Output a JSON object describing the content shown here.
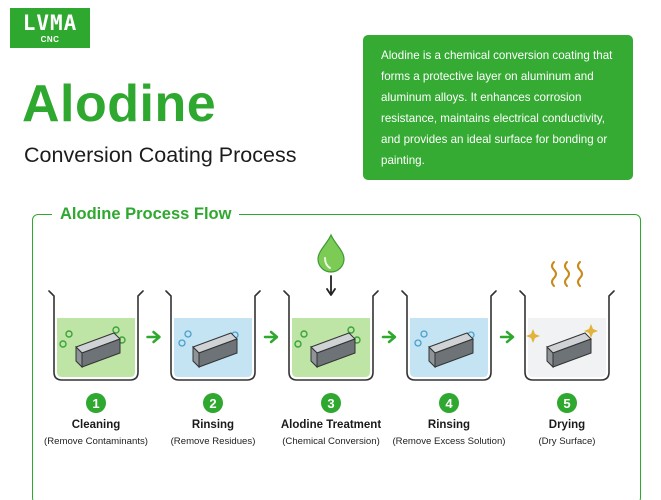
{
  "brand": {
    "logo_text": "LVMA",
    "logo_sub": "CNC",
    "color": "#2fa82f"
  },
  "header": {
    "title": "Alodine",
    "subtitle": "Conversion Coating Process"
  },
  "description": "Alodine is a chemical conversion coating that forms a protective layer on aluminum and aluminum alloys. It enhances corrosion resistance, maintains electrical conductivity, and provides an ideal surface for bonding or painting.",
  "flow": {
    "title": "Alodine Process Flow",
    "steps": [
      {
        "number": "1",
        "name": "Cleaning",
        "detail": "(Remove Contaminants)",
        "liquid": "green",
        "icon": "bubbles-icon"
      },
      {
        "number": "2",
        "name": "Rinsing",
        "detail": "(Remove Residues)",
        "liquid": "blue",
        "icon": "bubbles-icon"
      },
      {
        "number": "3",
        "name": "Alodine Treatment",
        "detail": "(Chemical Conversion)",
        "liquid": "green",
        "icon": "droplet-icon"
      },
      {
        "number": "4",
        "name": "Rinsing",
        "detail": "(Remove Excess Solution)",
        "liquid": "blue",
        "icon": "bubbles-icon"
      },
      {
        "number": "5",
        "name": "Drying",
        "detail": "(Dry Surface)",
        "liquid": "none",
        "icon": "heat-waves-icon"
      }
    ]
  },
  "colors": {
    "green_liquid": "#bfe5a6",
    "blue_liquid": "#c4e4f4",
    "accent": "#2fa82f"
  }
}
